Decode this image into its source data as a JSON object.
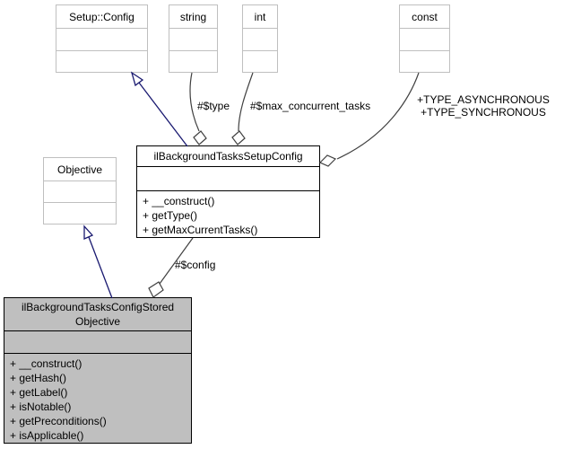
{
  "nodes": {
    "setup_config": {
      "title": "Setup::Config"
    },
    "string_type": {
      "title": "string"
    },
    "int_type": {
      "title": "int"
    },
    "const_type": {
      "title": "const"
    },
    "objective": {
      "title": "Objective"
    },
    "setup_class": {
      "title": "ilBackgroundTasksSetupConfig",
      "methods": [
        "+ __construct()",
        "+ getType()",
        "+ getMaxCurrentTasks()"
      ]
    },
    "stored_class": {
      "title_line1": "ilBackgroundTasksConfigStored",
      "title_line2": "Objective",
      "methods": [
        "+ __construct()",
        "+ getHash()",
        "+ getLabel()",
        "+ isNotable()",
        "+ getPreconditions()",
        "+ isApplicable()"
      ]
    }
  },
  "edge_labels": {
    "type_field": "#$type",
    "max_concurrent_tasks_field": "#$max_concurrent_tasks",
    "const_fields_line1": "+TYPE_ASYNCHRONOUS",
    "const_fields_line2": "+TYPE_SYNCHRONOUS",
    "config_field": "#$config"
  },
  "colors": {
    "inheritance_edge": "#191970",
    "aggregation_edge": "#404040",
    "undocumented_node_border": "#bfbfbf",
    "documented_node_border": "#000000",
    "current_node_fill": "#bfbfbf",
    "node_fill": "#ffffff",
    "background": "#ffffff"
  }
}
